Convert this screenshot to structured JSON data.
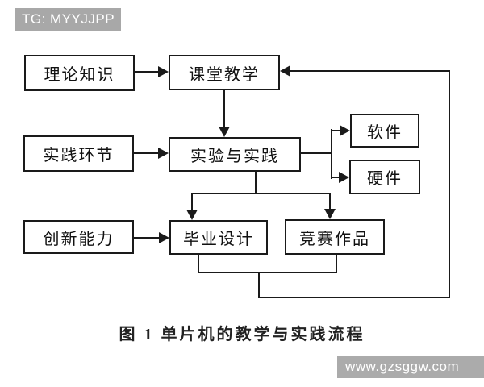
{
  "badge": {
    "label": "TG: MYYJJPP"
  },
  "diagram": {
    "title": "单片机的教学与实践流程",
    "nodes": [
      {
        "id": "theory",
        "label": "理论知识"
      },
      {
        "id": "classroom",
        "label": "课堂教学"
      },
      {
        "id": "practice",
        "label": "实践环节"
      },
      {
        "id": "experiment",
        "label": "实验与实践"
      },
      {
        "id": "software",
        "label": "软件"
      },
      {
        "id": "hardware",
        "label": "硬件"
      },
      {
        "id": "innovation",
        "label": "创新能力"
      },
      {
        "id": "graduation",
        "label": "毕业设计"
      },
      {
        "id": "competition",
        "label": "竞赛作品"
      }
    ],
    "edges": [
      {
        "from": "理论知识",
        "to": "课堂教学",
        "type": "arrow"
      },
      {
        "from": "课堂教学",
        "to": "实验与实践",
        "type": "arrow"
      },
      {
        "from": "实践环节",
        "to": "实验与实践",
        "type": "arrow"
      },
      {
        "from": "实验与实践",
        "to": "软件",
        "type": "arrow"
      },
      {
        "from": "实验与实践",
        "to": "硬件",
        "type": "arrow"
      },
      {
        "from": "实验与实践",
        "to": "毕业设计",
        "type": "arrow"
      },
      {
        "from": "实验与实践",
        "to": "竞赛作品",
        "type": "arrow"
      },
      {
        "from": "创新能力",
        "to": "毕业设计",
        "type": "arrow"
      },
      {
        "from": "毕业设计",
        "to": "课堂教学",
        "type": "feedback"
      },
      {
        "from": "竞赛作品",
        "to": "课堂教学",
        "type": "feedback"
      }
    ]
  },
  "caption": {
    "label": "图 1  单片机的教学与实践流程"
  },
  "watermark": {
    "label": "www.gzsggw.com"
  },
  "colors": {
    "background": "#ffffff",
    "line": "#1a1a1a",
    "badge_bg": "#a8a8a8",
    "badge_text": "#ffffff",
    "watermark_bg": "#ababab",
    "watermark_text": "#ffffff"
  }
}
